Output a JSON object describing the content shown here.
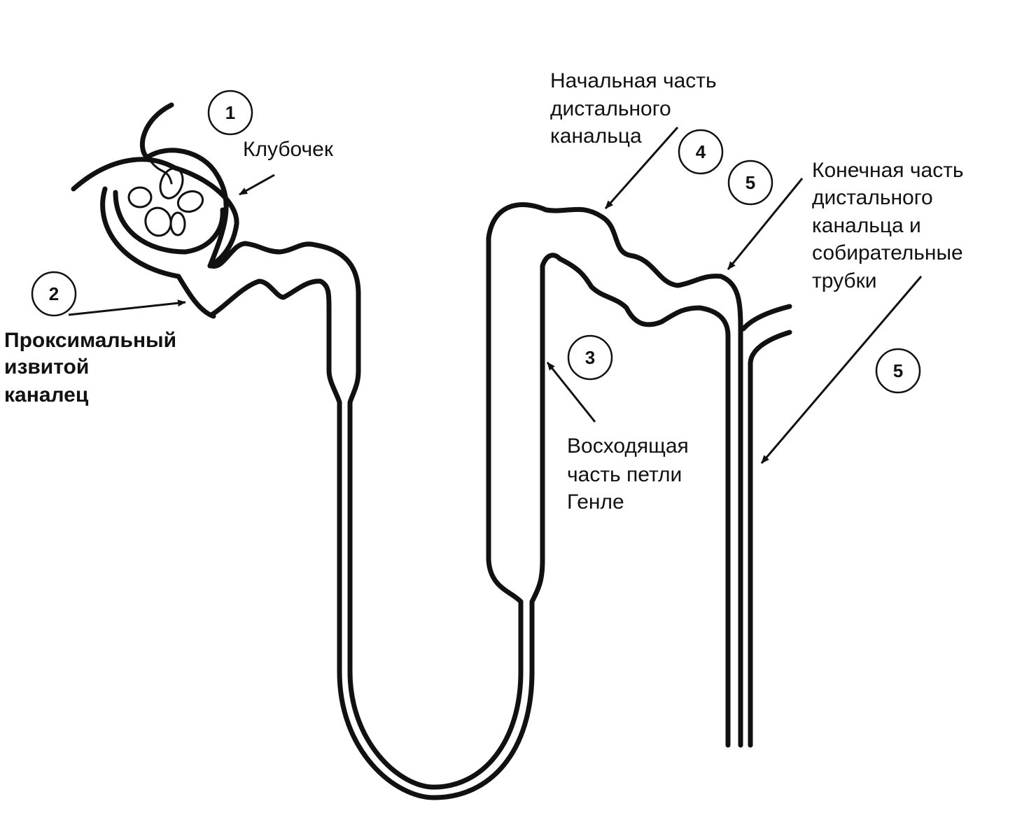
{
  "diagram": {
    "markers": [
      "1",
      "2",
      "3",
      "4",
      "5",
      "5"
    ],
    "labels": {
      "glomerulus": "Клубочек",
      "proximal": [
        "Проксимальный",
        "извитой",
        "каналец"
      ],
      "ascending": [
        "Восходящая",
        "часть петли",
        "Генле"
      ],
      "distal_initial": [
        "Начальная часть",
        "дистального",
        "канальца"
      ],
      "distal_final": [
        "Конечная часть",
        "дистального",
        "канальца и",
        "собирательные",
        "трубки"
      ]
    }
  }
}
